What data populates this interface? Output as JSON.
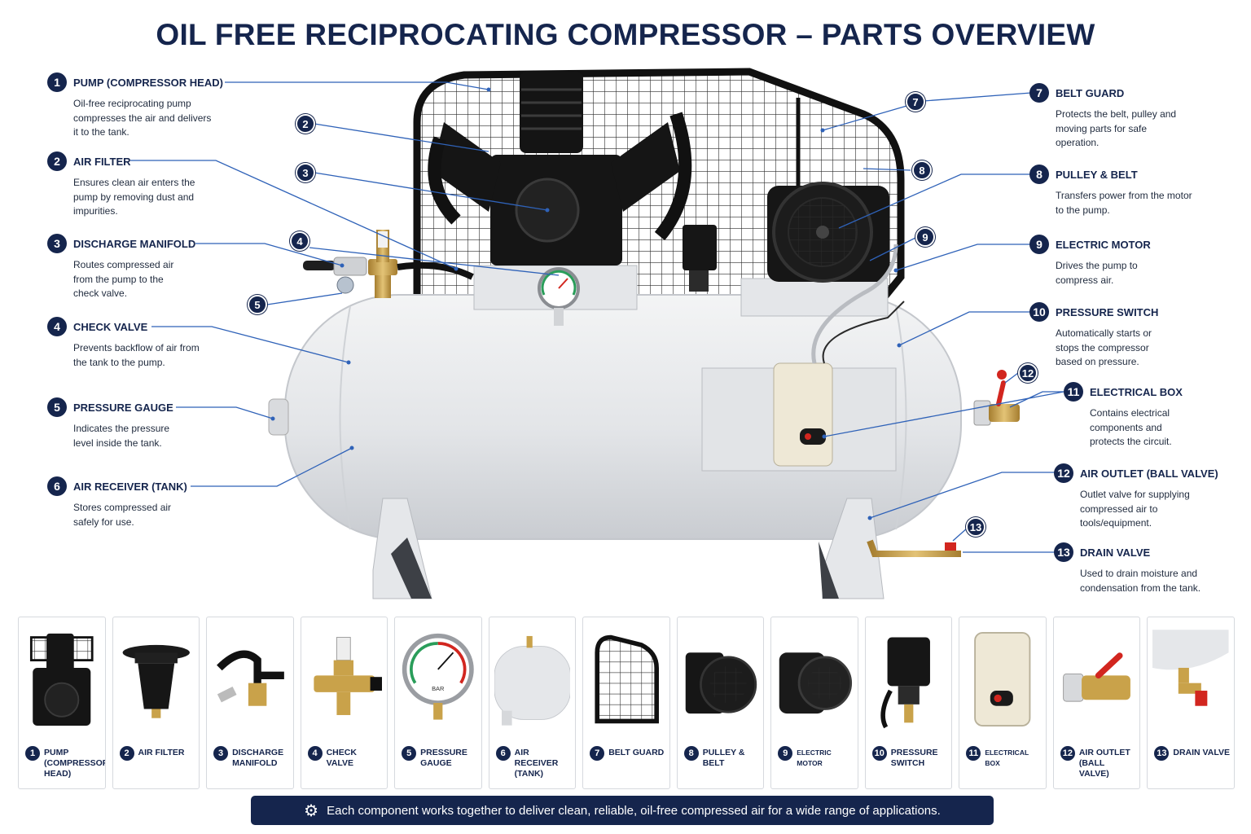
{
  "title": "OIL FREE RECIPROCATING COMPRESSOR – PARTS OVERVIEW",
  "parts": [
    {
      "num": "1",
      "name": "PUMP (COMPRESSOR HEAD)",
      "desc": "Oil-free reciprocating pump compresses the air and delivers it to the tank.",
      "thumb": "PUMP (COMPRESSOR HEAD)"
    },
    {
      "num": "2",
      "name": "AIR FILTER",
      "desc": "Ensures clean air enters the pump by removing dust and impurities.",
      "thumb": "AIR FILTER"
    },
    {
      "num": "3",
      "name": "DISCHARGE MANIFOLD",
      "desc": "Routes compressed air from the pump to the check valve.",
      "thumb": "DISCHARGE MANIFOLD"
    },
    {
      "num": "4",
      "name": "CHECK VALVE",
      "desc": "Prevents backflow of air from the tank to the pump.",
      "thumb": "CHECK VALVE"
    },
    {
      "num": "5",
      "name": "PRESSURE GAUGE",
      "desc": "Indicates the pressure level inside the tank.",
      "thumb": "PRESSURE GAUGE"
    },
    {
      "num": "6",
      "name": "AIR RECEIVER (TANK)",
      "desc": "Stores compressed air safely for use.",
      "thumb": "AIR RECEIVER (TANK)"
    },
    {
      "num": "7",
      "name": "BELT GUARD",
      "desc": "Protects the belt, pulley and moving parts for safe operation.",
      "thumb": "BELT GUARD"
    },
    {
      "num": "8",
      "name": "PULLEY & BELT",
      "desc": "Transfers power from the motor to the pump.",
      "thumb": "PULLEY & BELT"
    },
    {
      "num": "9",
      "name": "ELECTRIC MOTOR",
      "desc": "Drives the pump to compress air.",
      "thumb": "ELECTRIC MOTOR"
    },
    {
      "num": "10",
      "name": "PRESSURE SWITCH",
      "desc": "Automatically starts or stops the compressor based on pressure.",
      "thumb": "PRESSURE SWITCH"
    },
    {
      "num": "11",
      "name": "ELECTRICAL BOX",
      "desc": "Contains electrical components and protects the circuit.",
      "thumb": "ELECTRICAL BOX"
    },
    {
      "num": "12",
      "name": "AIR OUTLET (BALL VALVE)",
      "desc": "Outlet valve for supplying compressed air to tools/equipment.",
      "thumb": "AIR OUTLET (BALL VALVE)"
    },
    {
      "num": "13",
      "name": "DRAIN VALVE",
      "desc": "Used to drain moisture and condensation from the tank.",
      "thumb": "DRAIN VALVE"
    }
  ],
  "gauge_label": "BAR",
  "footer": "Each component works together to deliver clean, reliable, oil-free compressed air for a wide range of applications.",
  "colors": {
    "navy": "#15254d",
    "leader": "#2f62b8",
    "tank": "#e9ebed",
    "metal": "#1b1b1b",
    "brass": "#c9a24a",
    "valve_red": "#d2261f"
  }
}
